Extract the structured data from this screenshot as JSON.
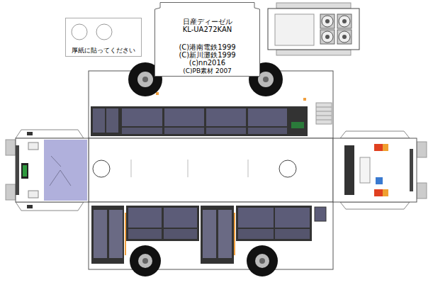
{
  "diagram": {
    "nodes": [
      {
        "text": [
          "厚紙に貼ってください"
        ]
      },
      {
        "text": [
          "日産ディーゼル",
          "KL-UA272KAN",
          "(C)港南電鉄1999",
          "(C)新川灘鉄1999",
          "(c)nn2016",
          "(C)PB素材 2007"
        ]
      }
    ]
  }
}
